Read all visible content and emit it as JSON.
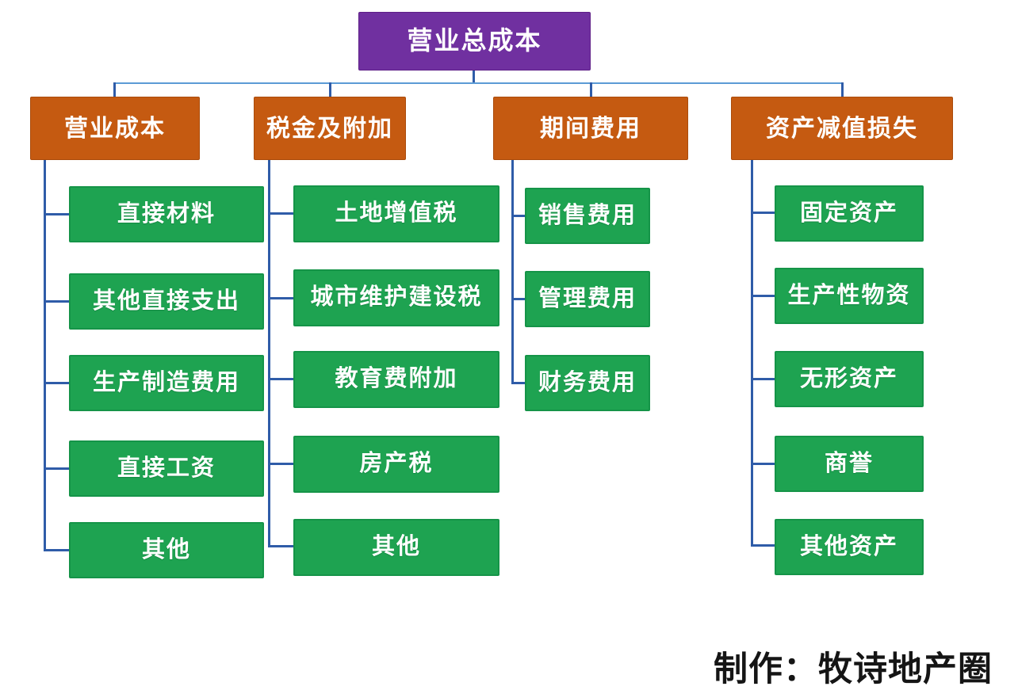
{
  "diagram": {
    "root": {
      "label": "营业总成本"
    },
    "branches": [
      {
        "header": "营业成本",
        "children": [
          "直接材料",
          "其他直接支出",
          "生产制造费用",
          "直接工资",
          "其他"
        ]
      },
      {
        "header": "税金及附加",
        "children": [
          "土地增值税",
          "城市维护建设税",
          "教育费附加",
          "房产税",
          "其他"
        ]
      },
      {
        "header": "期间费用",
        "children": [
          "销售费用",
          "管理费用",
          "财务费用"
        ]
      },
      {
        "header": "资产减值损失",
        "children": [
          "固定资产",
          "生产性物资",
          "无形资产",
          "商誉",
          "其他资产"
        ]
      }
    ]
  },
  "footer": {
    "credit": "制作：牧诗地产圈"
  },
  "colors": {
    "background": "#FFFFFF",
    "root_bg": "#7030A0",
    "branch_bg": "#C55A11",
    "leaf_bg": "#1EA351",
    "connector": "#2F5CA8",
    "connector_light": "#5B9BD5",
    "node_text": "#FFFFFF",
    "credit_text": "#151515"
  }
}
